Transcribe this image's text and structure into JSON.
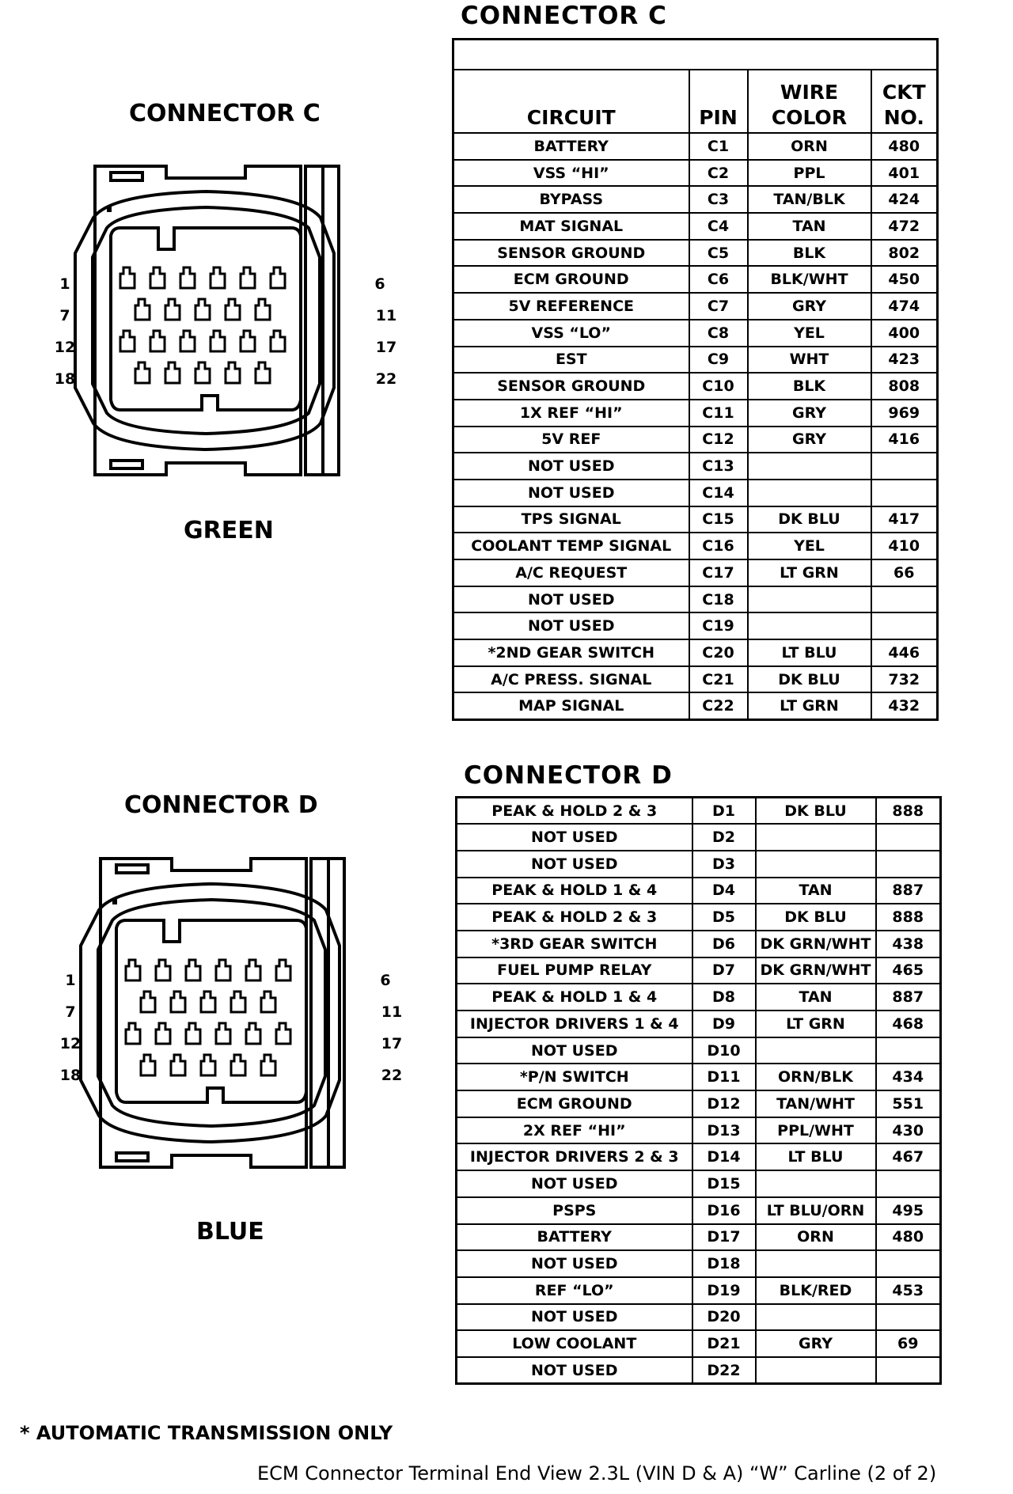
{
  "connector_c": {
    "table_title": "CONNECTOR  C",
    "diagram_title": "CONNECTOR C",
    "color": "GREEN",
    "pin_labels": {
      "r1_left": "1",
      "r1_right": "6",
      "r2_left": "7",
      "r2_right": "11",
      "r3_left": "12",
      "r3_right": "17",
      "r4_left": "18",
      "r4_right": "22"
    },
    "headers": {
      "circuit": "CIRCUIT",
      "pin": "PIN",
      "wire_color": "WIRE COLOR",
      "ckt_no": "CKT NO."
    },
    "rows": [
      {
        "circuit": "BATTERY",
        "pin": "C1",
        "wire": "ORN",
        "ckt": "480"
      },
      {
        "circuit": "VSS “HI”",
        "pin": "C2",
        "wire": "PPL",
        "ckt": "401"
      },
      {
        "circuit": "BYPASS",
        "pin": "C3",
        "wire": "TAN/BLK",
        "ckt": "424"
      },
      {
        "circuit": "MAT SIGNAL",
        "pin": "C4",
        "wire": "TAN",
        "ckt": "472"
      },
      {
        "circuit": "SENSOR GROUND",
        "pin": "C5",
        "wire": "BLK",
        "ckt": "802"
      },
      {
        "circuit": "ECM GROUND",
        "pin": "C6",
        "wire": "BLK/WHT",
        "ckt": "450"
      },
      {
        "circuit": "5V REFERENCE",
        "pin": "C7",
        "wire": "GRY",
        "ckt": "474"
      },
      {
        "circuit": "VSS “LO”",
        "pin": "C8",
        "wire": "YEL",
        "ckt": "400"
      },
      {
        "circuit": "EST",
        "pin": "C9",
        "wire": "WHT",
        "ckt": "423"
      },
      {
        "circuit": "SENSOR GROUND",
        "pin": "C10",
        "wire": "BLK",
        "ckt": "808"
      },
      {
        "circuit": "1X REF “HI”",
        "pin": "C11",
        "wire": "GRY",
        "ckt": "969"
      },
      {
        "circuit": "5V REF",
        "pin": "C12",
        "wire": "GRY",
        "ckt": "416"
      },
      {
        "circuit": "NOT USED",
        "pin": "C13",
        "wire": "",
        "ckt": ""
      },
      {
        "circuit": "NOT USED",
        "pin": "C14",
        "wire": "",
        "ckt": ""
      },
      {
        "circuit": "TPS SIGNAL",
        "pin": "C15",
        "wire": "DK BLU",
        "ckt": "417"
      },
      {
        "circuit": "COOLANT TEMP SIGNAL",
        "pin": "C16",
        "wire": "YEL",
        "ckt": "410"
      },
      {
        "circuit": "A/C REQUEST",
        "pin": "C17",
        "wire": "LT GRN",
        "ckt": "66"
      },
      {
        "circuit": "NOT USED",
        "pin": "C18",
        "wire": "",
        "ckt": ""
      },
      {
        "circuit": "NOT USED",
        "pin": "C19",
        "wire": "",
        "ckt": ""
      },
      {
        "circuit": "*2ND GEAR SWITCH",
        "pin": "C20",
        "wire": "LT BLU",
        "ckt": "446"
      },
      {
        "circuit": "A/C PRESS. SIGNAL",
        "pin": "C21",
        "wire": "DK BLU",
        "ckt": "732"
      },
      {
        "circuit": "MAP SIGNAL",
        "pin": "C22",
        "wire": "LT GRN",
        "ckt": "432"
      }
    ]
  },
  "connector_d": {
    "table_title": "CONNECTOR  D",
    "diagram_title": "CONNECTOR D",
    "color": "BLUE",
    "pin_labels": {
      "r1_left": "1",
      "r1_right": "6",
      "r2_left": "7",
      "r2_right": "11",
      "r3_left": "12",
      "r3_right": "17",
      "r4_left": "18",
      "r4_right": "22"
    },
    "rows": [
      {
        "circuit": "PEAK & HOLD 2 & 3",
        "pin": "D1",
        "wire": "DK BLU",
        "ckt": "888"
      },
      {
        "circuit": "NOT USED",
        "pin": "D2",
        "wire": "",
        "ckt": ""
      },
      {
        "circuit": "NOT USED",
        "pin": "D3",
        "wire": "",
        "ckt": ""
      },
      {
        "circuit": "PEAK & HOLD 1 & 4",
        "pin": "D4",
        "wire": "TAN",
        "ckt": "887"
      },
      {
        "circuit": "PEAK & HOLD 2 & 3",
        "pin": "D5",
        "wire": "DK BLU",
        "ckt": "888"
      },
      {
        "circuit": "*3RD GEAR SWITCH",
        "pin": "D6",
        "wire": "DK GRN/WHT",
        "ckt": "438"
      },
      {
        "circuit": "FUEL PUMP RELAY",
        "pin": "D7",
        "wire": "DK GRN/WHT",
        "ckt": "465"
      },
      {
        "circuit": "PEAK & HOLD 1 & 4",
        "pin": "D8",
        "wire": "TAN",
        "ckt": "887"
      },
      {
        "circuit": "INJECTOR DRIVERS 1 & 4",
        "pin": "D9",
        "wire": "LT GRN",
        "ckt": "468"
      },
      {
        "circuit": "NOT USED",
        "pin": "D10",
        "wire": "",
        "ckt": ""
      },
      {
        "circuit": "*P/N SWITCH",
        "pin": "D11",
        "wire": "ORN/BLK",
        "ckt": "434"
      },
      {
        "circuit": "ECM GROUND",
        "pin": "D12",
        "wire": "TAN/WHT",
        "ckt": "551"
      },
      {
        "circuit": "2X REF “HI”",
        "pin": "D13",
        "wire": "PPL/WHT",
        "ckt": "430"
      },
      {
        "circuit": "INJECTOR DRIVERS 2 & 3",
        "pin": "D14",
        "wire": "LT BLU",
        "ckt": "467"
      },
      {
        "circuit": "NOT USED",
        "pin": "D15",
        "wire": "",
        "ckt": ""
      },
      {
        "circuit": "PSPS",
        "pin": "D16",
        "wire": "LT BLU/ORN",
        "ckt": "495"
      },
      {
        "circuit": "BATTERY",
        "pin": "D17",
        "wire": "ORN",
        "ckt": "480"
      },
      {
        "circuit": "NOT USED",
        "pin": "D18",
        "wire": "",
        "ckt": ""
      },
      {
        "circuit": "REF “LO”",
        "pin": "D19",
        "wire": "BLK/RED",
        "ckt": "453"
      },
      {
        "circuit": "NOT USED",
        "pin": "D20",
        "wire": "",
        "ckt": ""
      },
      {
        "circuit": "LOW COOLANT",
        "pin": "D21",
        "wire": "GRY",
        "ckt": "69"
      },
      {
        "circuit": "NOT USED",
        "pin": "D22",
        "wire": "",
        "ckt": ""
      }
    ]
  },
  "footnote": "* AUTOMATIC TRANSMISSION ONLY",
  "caption": "ECM Connector Terminal End View  2.3L  (VIN D & A)  “W”  Carline  (2 of 2)"
}
